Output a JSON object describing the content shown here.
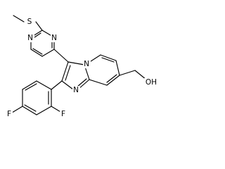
{
  "structure": {
    "atom_labels": {
      "sulfur": "S",
      "pyrimidine_n_upper": "N",
      "pyrimidine_n_lower": "N",
      "bridgehead_n": "N",
      "imidazole_n": "N",
      "hydroxyl": "OH",
      "fluorine_ring_ortho": "F",
      "fluorine_ring_para": "F"
    }
  }
}
